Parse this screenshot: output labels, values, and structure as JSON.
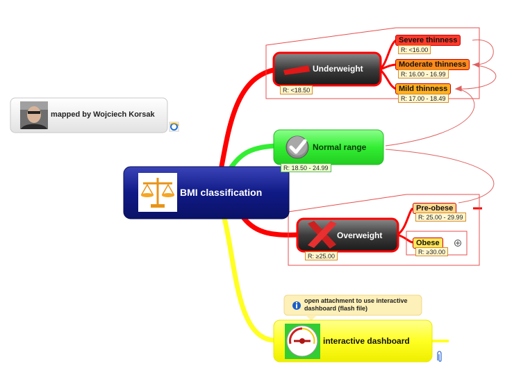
{
  "author": {
    "label": "mapped by Wojciech Korsak"
  },
  "central": {
    "label": "BMI classification"
  },
  "underweight": {
    "label": "Underweight",
    "range": "R: <18.50",
    "children": [
      {
        "label": "Severe thinness",
        "range": "R: <16.00"
      },
      {
        "label": "Moderate thinness",
        "range": "R: 16.00 - 16.99"
      },
      {
        "label": "Mild thinness",
        "range": "R: 17.00 - 18.49"
      }
    ]
  },
  "normal": {
    "label": "Normal range",
    "range": "R: 18.50 - 24.99"
  },
  "overweight": {
    "label": "Overweight",
    "range": "R: ≥25.00",
    "children": [
      {
        "label": "Pre-obese",
        "range": "R: 25.00 - 29.99"
      },
      {
        "label": "Obese",
        "range": "R: ≥30.00"
      }
    ]
  },
  "dashboard": {
    "label": "interactive dashboard",
    "callout": "open attachment to use interactive dashboard (flash file)"
  },
  "colors": {
    "red": "#ff0000",
    "green": "#33ee33",
    "yellow": "#ffff22",
    "navy": "#0d1680",
    "dark_topic": "#3a3a3a"
  },
  "icons": [
    "scales-icon",
    "red-bar-icon",
    "check-icon",
    "x-mark-icon",
    "gauge-icon",
    "info-icon",
    "ie-link-icon",
    "paperclip-icon",
    "expand-plus-icon"
  ]
}
